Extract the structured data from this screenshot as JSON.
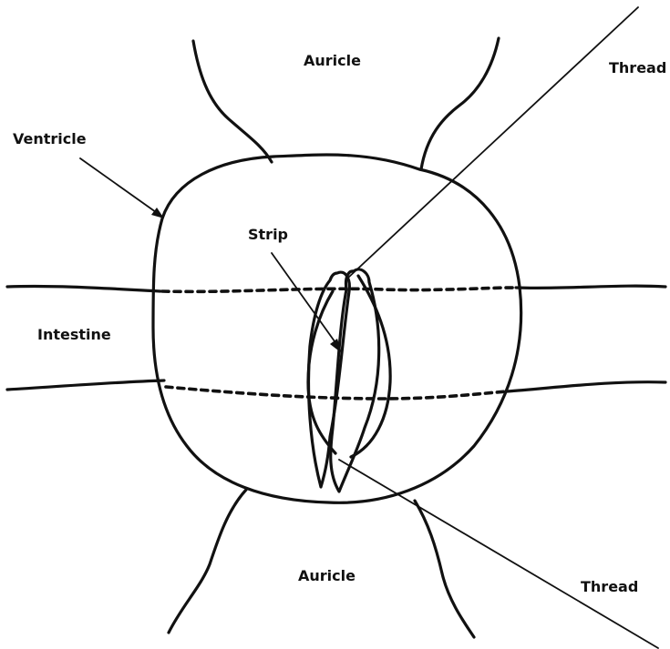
{
  "labels": {
    "auricle_top": "Auricle",
    "auricle_bottom": "Auricle",
    "ventricle": "Ventricle",
    "intestine": "Intestine",
    "strip": "Strip",
    "thread_top": "Thread",
    "thread_bottom": "Thread"
  },
  "colors": {
    "ink": "#111111",
    "background": "#ffffff"
  }
}
